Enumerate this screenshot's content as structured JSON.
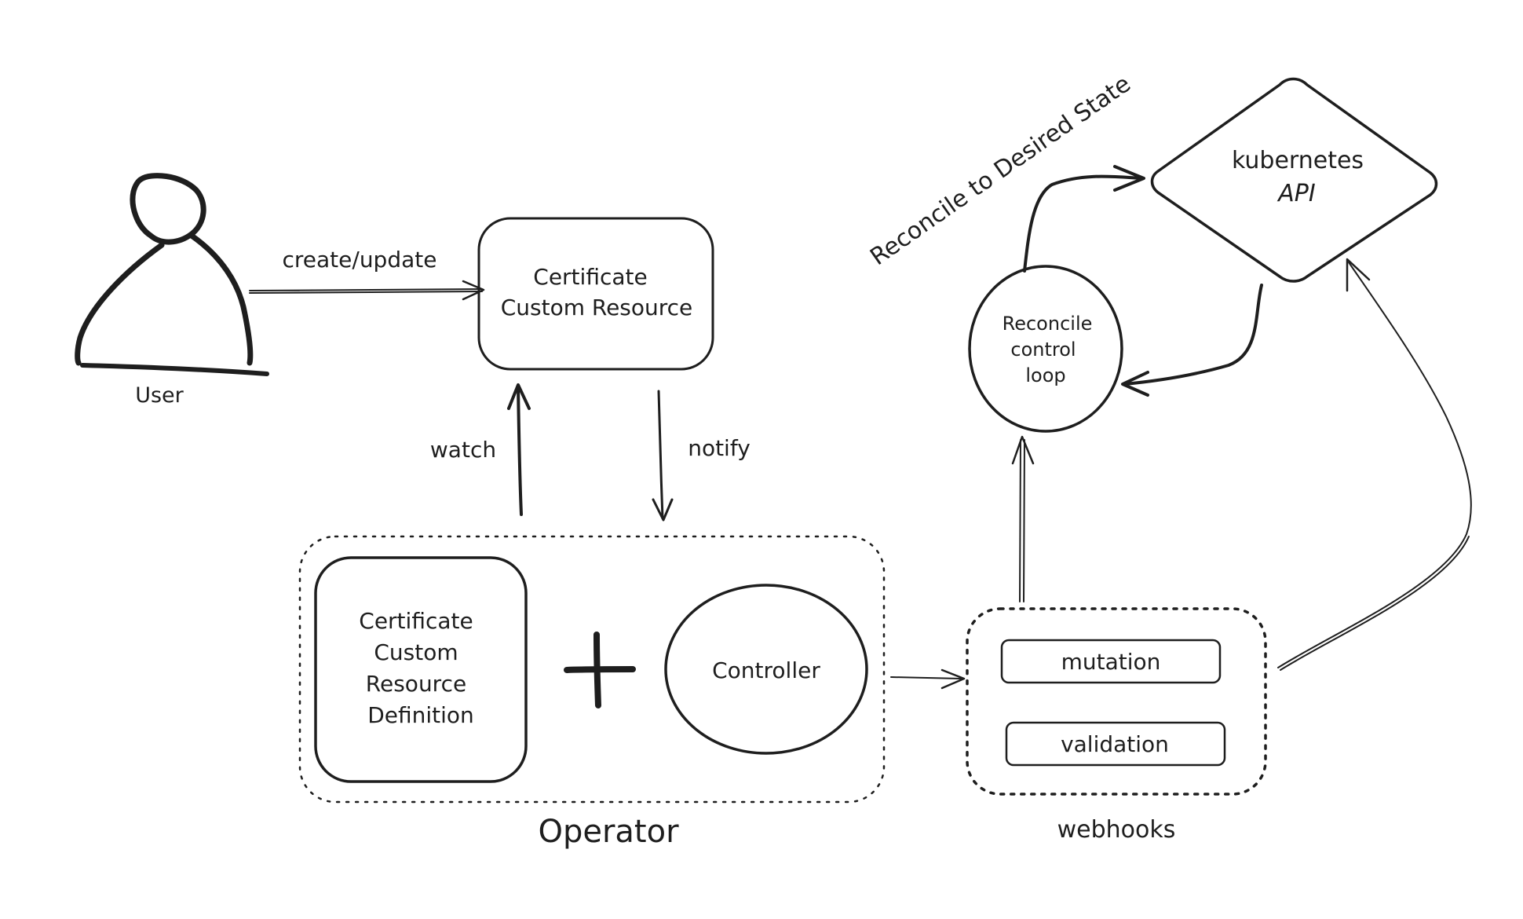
{
  "diagram": {
    "user": {
      "label": "User"
    },
    "edges": {
      "create_update": "create/update",
      "watch": "watch",
      "notify": "notify",
      "reconcile_desired": "Reconcile to Desired State"
    },
    "certificate_cr": {
      "line1": "Certificate",
      "line2": "Custom Resource"
    },
    "operator": {
      "label": "Operator",
      "crd": {
        "line1": "Certificate",
        "line2": "Custom",
        "line3": "Resource",
        "line4": "Definition"
      },
      "plus": "+",
      "controller": "Controller"
    },
    "webhooks": {
      "label": "webhooks",
      "mutation": "mutation",
      "validation": "validation"
    },
    "reconcile_loop": {
      "line1": "Reconcile",
      "line2": "control",
      "line3": "loop"
    },
    "kubernetes_api": {
      "line1": "kubernetes",
      "line2": "API"
    }
  }
}
